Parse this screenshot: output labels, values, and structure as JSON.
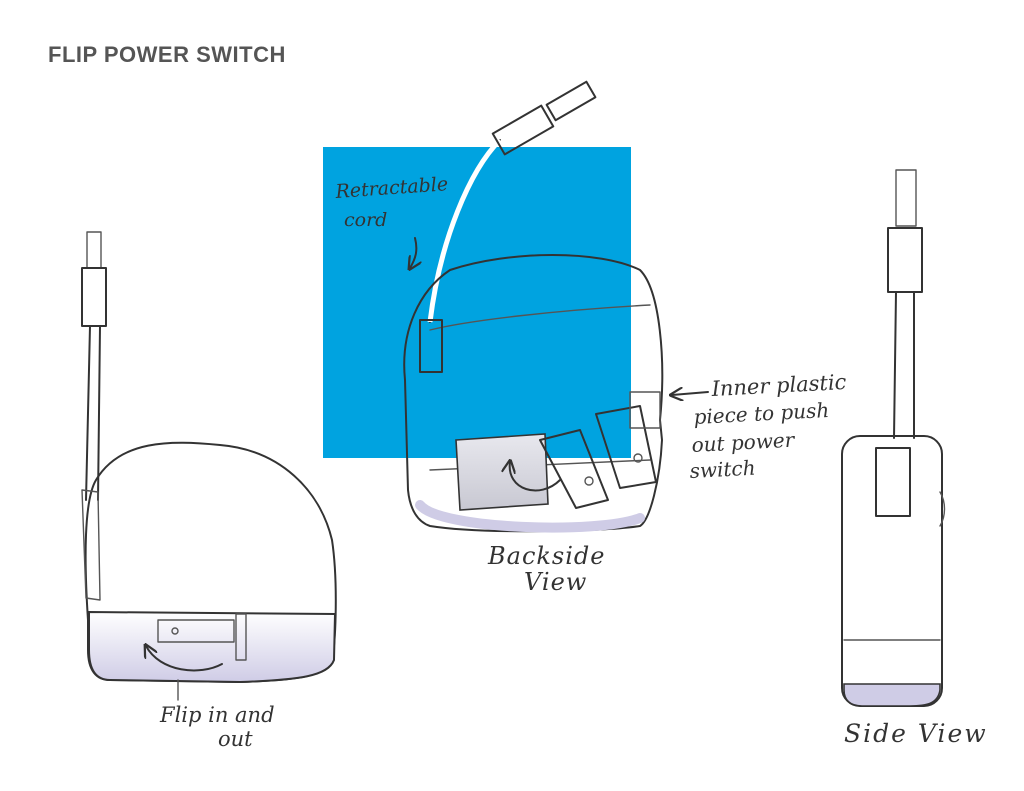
{
  "title": "FLIP POWER SWITCH",
  "colors": {
    "accent": "#00A3E0",
    "ink": "#333333",
    "shade": "#D9D7EC"
  },
  "annotations": {
    "retractable_line1": "Retractable",
    "retractable_line2": "cord",
    "inner_line1": "Inner plastic",
    "inner_line2": "piece to push",
    "inner_line3": "out power",
    "inner_line4": "switch",
    "backside_line1": "Backside",
    "backside_line2": "View",
    "flip_line1": "Flip in and",
    "flip_line2": "out",
    "side_view": "Side View"
  }
}
